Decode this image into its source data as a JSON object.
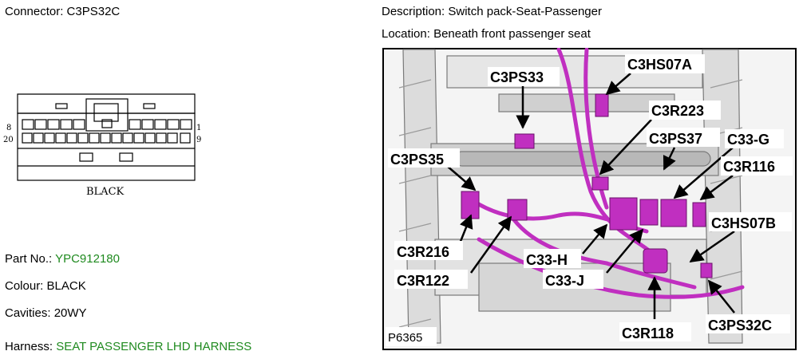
{
  "connector": {
    "label": "Connector:",
    "value": "C3PS32C"
  },
  "description": {
    "label": "Description:",
    "value": "Switch pack-Seat-Passenger"
  },
  "location": {
    "label": "Location:",
    "value": "Beneath front passenger seat"
  },
  "diagram": {
    "pin_left_top": "8",
    "pin_left_bottom": "20",
    "pin_right_top": "1",
    "pin_right_bottom": "9",
    "color_caption": "BLACK"
  },
  "part_no": {
    "label": "Part No.:",
    "value": "YPC912180"
  },
  "colour": {
    "label": "Colour:",
    "value": "BLACK"
  },
  "cavities": {
    "label": "Cavities:",
    "value": "20WY"
  },
  "harness": {
    "label": "Harness:",
    "value": "SEAT PASSENGER LHD HARNESS"
  },
  "photo": {
    "id": "P6365",
    "callouts": {
      "c3ps33": "C3PS33",
      "c3hs07a": "C3HS07A",
      "c3r223": "C3R223",
      "c3ps37": "C3PS37",
      "c33g": "C33-G",
      "c3r116": "C3R116",
      "c3ps35": "C3PS35",
      "c3hs07b": "C3HS07B",
      "c3r216": "C3R216",
      "c33h": "C33-H",
      "c3r122": "C3R122",
      "c33j": "C33-J",
      "c3r118": "C3R118",
      "c3ps32c": "C3PS32C"
    }
  },
  "colors": {
    "green": "#1f8a1f",
    "magenta": "#c02fc0"
  }
}
